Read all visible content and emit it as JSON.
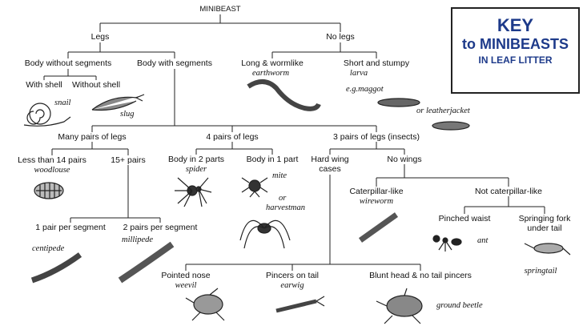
{
  "root": "MINIBEAST",
  "key": {
    "line1": "KEY",
    "line2": "to MINIBEASTS",
    "line3": "IN LEAF LITTER"
  },
  "nodes": {
    "legs": "Legs",
    "no_legs": "No legs",
    "body_without_segments": "Body without segments",
    "body_with_segments": "Body with segments",
    "long_wormlike": "Long & wormlike",
    "short_stumpy": "Short and stumpy",
    "with_shell": "With shell",
    "without_shell": "Without shell",
    "many_pairs": "Many pairs of legs",
    "four_pairs": "4 pairs of legs",
    "three_pairs": "3 pairs of legs (insects)",
    "less_14": "Less than 14 pairs",
    "more_15": "15+ pairs",
    "body_2_parts": "Body in 2 parts",
    "body_1_part": "Body in 1 part",
    "hard_wing_cases_1": "Hard wing",
    "hard_wing_cases_2": "cases",
    "no_wings": "No wings",
    "caterpillar_like": "Caterpillar-like",
    "not_caterpillar_like": "Not caterpillar-like",
    "pinched_waist": "Pinched waist",
    "springing_fork_1": "Springing fork",
    "springing_fork_2": "under tail",
    "one_pair_per_segment": "1 pair per segment",
    "two_pairs_per_segment": "2 pairs per segment",
    "pointed_nose": "Pointed nose",
    "pincers_on_tail": "Pincers on tail",
    "blunt_head": "Blunt head & no tail pincers"
  },
  "animals": {
    "snail": "snail",
    "slug": "slug",
    "earthworm": "earthworm",
    "larva": "larva",
    "eg_maggot": "e.g.maggot",
    "or_leatherjacket": "or leatherjacket",
    "woodlouse": "woodlouse",
    "spider": "spider",
    "mite": "mite",
    "or": "or",
    "harvestman": "harvestman",
    "wireworm": "wireworm",
    "ant": "ant",
    "springtail": "springtail",
    "centipede": "centipede",
    "millipede": "millipede",
    "weevil": "weevil",
    "earwig": "earwig",
    "ground_beetle": "ground beetle"
  }
}
